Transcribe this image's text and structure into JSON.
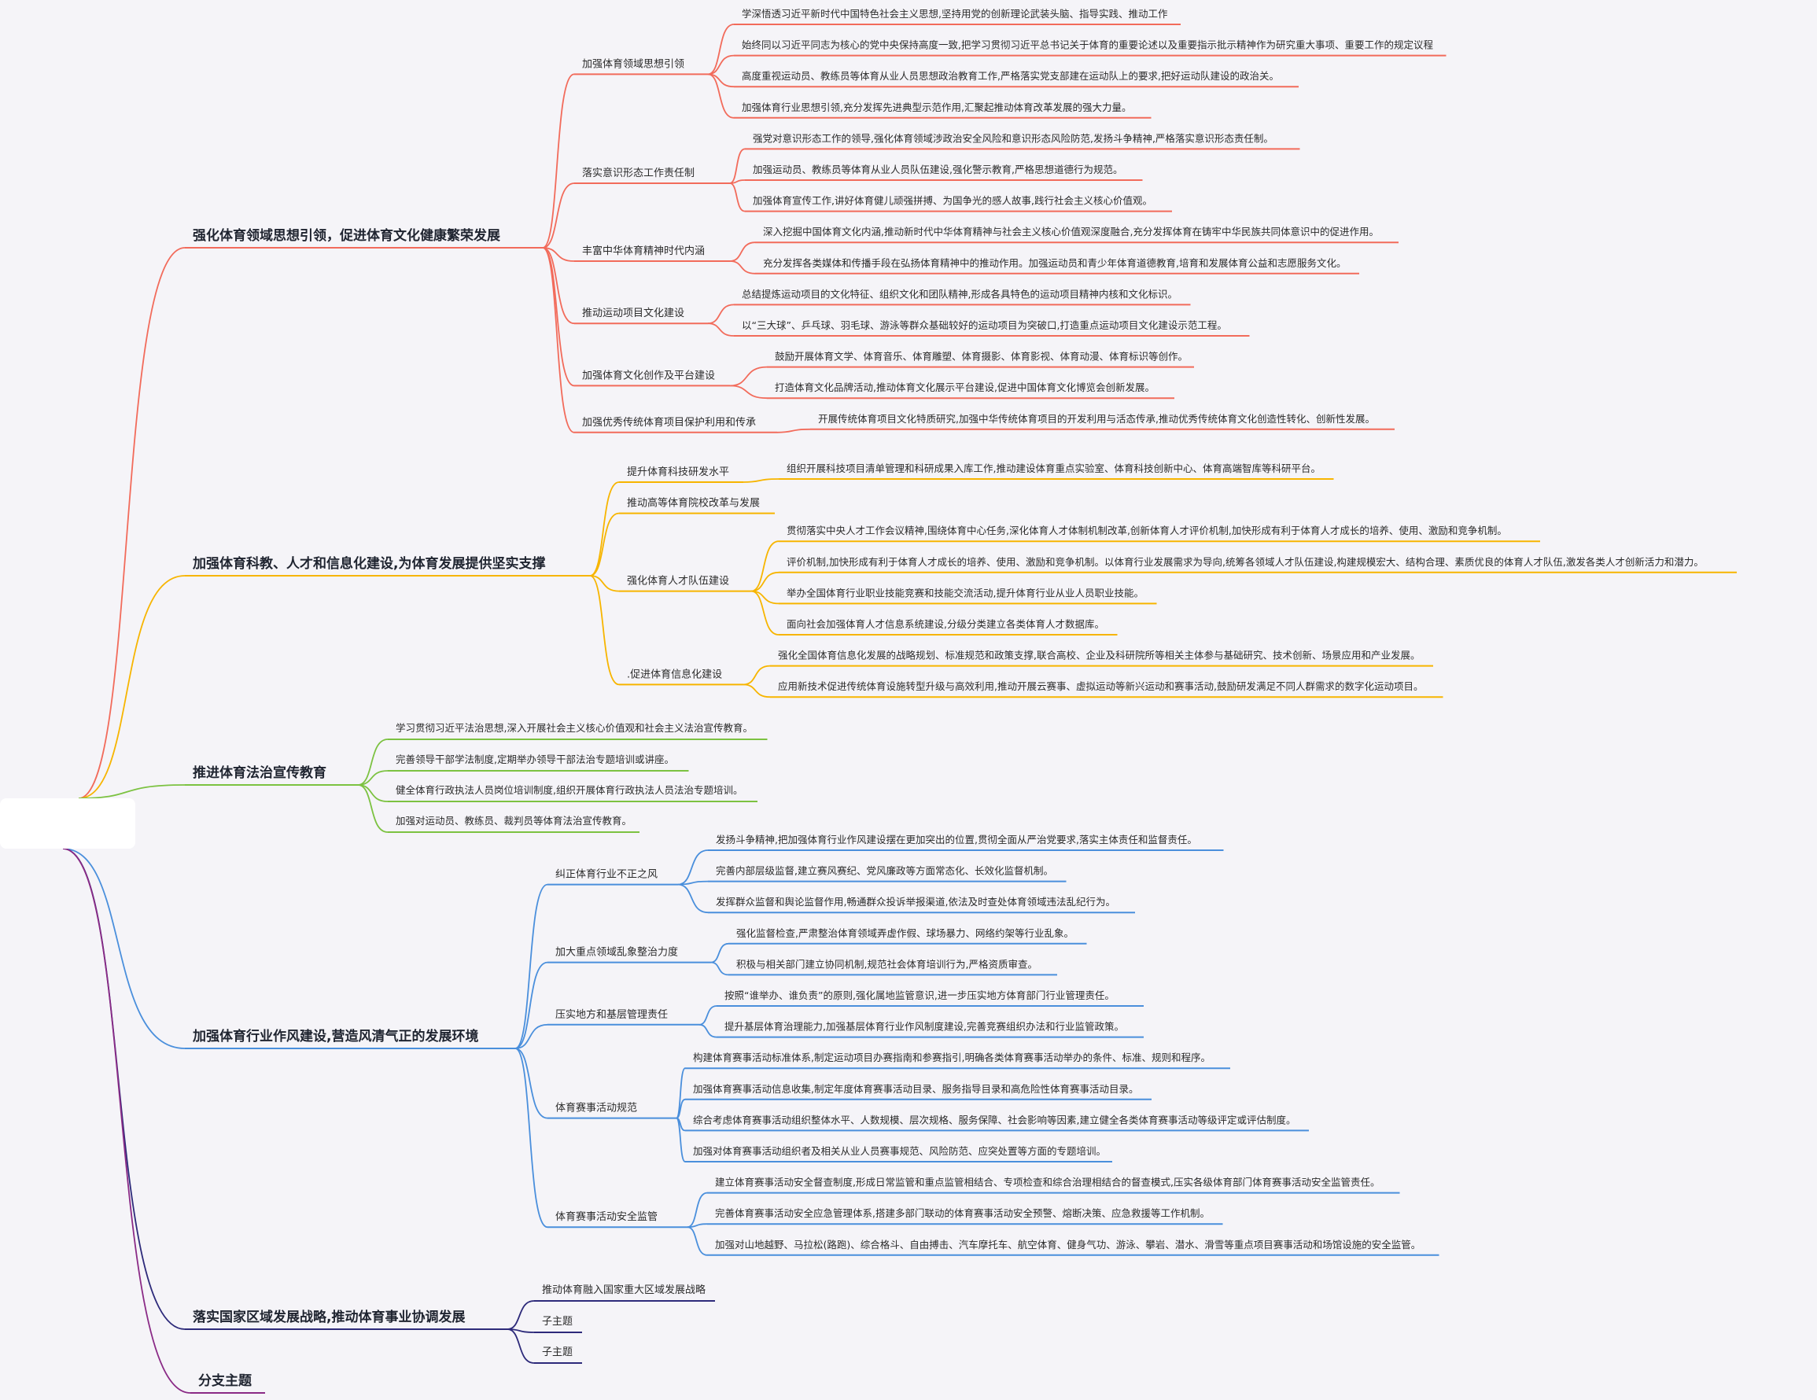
{
  "central_topic": "",
  "branches": [
    {
      "id": "b1",
      "color": "#f26b5b",
      "title": "强化体育领域思想引领，促进体育文化健康繁荣发展",
      "children": [
        {
          "label": "加强体育领域思想引领",
          "leaves": [
            "学深悟透习近平新时代中国特色社会主义思想,坚持用党的创新理论武装头脑、指导实践、推动工作",
            "始终同以习近平同志为核心的党中央保持高度一致,把学习贯彻习近平总书记关于体育的重要论述以及重要指示批示精神作为研究重大事项、重要工作的规定议程",
            "高度重视运动员、教练员等体育从业人员思想政治教育工作,严格落实党支部建在运动队上的要求,把好运动队建设的政治关。",
            "加强体育行业思想引领,充分发挥先进典型示范作用,汇聚起推动体育改革发展的强大力量。"
          ]
        },
        {
          "label": "落实意识形态工作责任制",
          "leaves": [
            "强党对意识形态工作的领导,强化体育领域涉政治安全风险和意识形态风险防范,发扬斗争精神,严格落实意识形态责任制。",
            "加强运动员、教练员等体育从业人员队伍建设,强化警示教育,严格思想道德行为规范。",
            "加强体育宣传工作,讲好体育健儿顽强拼搏、为国争光的感人故事,践行社会主义核心价值观。"
          ]
        },
        {
          "label": "丰富中华体育精神时代内涵",
          "leaves": [
            "深入挖掘中国体育文化内涵,推动新时代中华体育精神与社会主义核心价值观深度融合,充分发挥体育在铸牢中华民族共同体意识中的促进作用。",
            "充分发挥各类媒体和传播手段在弘扬体育精神中的推动作用。加强运动员和青少年体育道德教育,培育和发展体育公益和志愿服务文化。"
          ]
        },
        {
          "label": "推动运动项目文化建设",
          "leaves": [
            "总结提炼运动项目的文化特征、组织文化和团队精神,形成各具特色的运动项目精神内核和文化标识。",
            "以“三大球”、乒乓球、羽毛球、游泳等群众基础较好的运动项目为突破口,打造重点运动项目文化建设示范工程。"
          ]
        },
        {
          "label": "加强体育文化创作及平台建设",
          "leaves": [
            "鼓励开展体育文学、体育音乐、体育雕塑、体育摄影、体育影视、体育动漫、体育标识等创作。",
            "打造体育文化品牌活动,推动体育文化展示平台建设,促进中国体育文化博览会创新发展。"
          ]
        },
        {
          "label": "加强优秀传统体育项目保护利用和传承",
          "leaves": [
            "开展传统体育项目文化特质研究,加强中华传统体育项目的开发利用与活态传承,推动优秀传统体育文化创造性转化、创新性发展。"
          ]
        }
      ]
    },
    {
      "id": "b2",
      "color": "#f7b500",
      "title": "加强体育科教、人才和信息化建设,为体育发展提供坚实支撑",
      "children": [
        {
          "label": "提升体育科技研发水平",
          "leaves": [
            "组织开展科技项目清单管理和科研成果入库工作,推动建设体育重点实验室、体育科技创新中心、体育高端智库等科研平台。"
          ]
        },
        {
          "label": "推动高等体育院校改革与发展",
          "leaves": []
        },
        {
          "label": "强化体育人才队伍建设",
          "leaves": [
            "贯彻落实中央人才工作会议精神,围绕体育中心任务,深化体育人才体制机制改革,创新体育人才评价机制,加快形成有利于体育人才成长的培养、使用、激励和竞争机制。",
            "评价机制,加快形成有利于体育人才成长的培养、使用、激励和竞争机制。以体育行业发展需求为导向,统筹各领域人才队伍建设,构建规模宏大、结构合理、素质优良的体育人才队伍,激发各类人才创新活力和潜力。",
            "举办全国体育行业职业技能竞赛和技能交流活动,提升体育行业从业人员职业技能。",
            "面向社会加强体育人才信息系统建设,分级分类建立各类体育人才数据库。"
          ]
        },
        {
          "label": ".促进体育信息化建设",
          "leaves": [
            "强化全国体育信息化发展的战略规划、标准规范和政策支撑,联合高校、企业及科研院所等相关主体参与基础研究、技术创新、场景应用和产业发展。",
            "应用新技术促进传统体育设施转型升级与高效利用,推动开展云赛事、虚拟运动等新兴运动和赛事活动,鼓励研发满足不同人群需求的数字化运动项目。"
          ]
        }
      ]
    },
    {
      "id": "b3",
      "color": "#7cc241",
      "title": "推进体育法治宣传教育",
      "children": [
        {
          "label": "学习贯彻习近平法治思想,深入开展社会主义核心价值观和社会主义法治宣传教育。",
          "leaves": []
        },
        {
          "label": "完善领导干部学法制度,定期举办领导干部法治专题培训或讲座。",
          "leaves": []
        },
        {
          "label": "健全体育行政执法人员岗位培训制度,组织开展体育行政执法人员法治专题培训。",
          "leaves": []
        },
        {
          "label": "加强对运动员、教练员、裁判员等体育法治宣传教育。",
          "leaves": []
        }
      ]
    },
    {
      "id": "b4",
      "color": "#4a8fdc",
      "title": "加强体育行业作风建设,营造风清气正的发展环境",
      "children": [
        {
          "label": "纠正体育行业不正之风",
          "leaves": [
            "发扬斗争精神,把加强体育行业作风建设摆在更加突出的位置,贯彻全面从严治党要求,落实主体责任和监督责任。",
            "完善内部层级监督,建立赛风赛纪、党风廉政等方面常态化、长效化监督机制。",
            "发挥群众监督和舆论监督作用,畅通群众投诉举报渠道,依法及时查处体育领域违法乱纪行为。"
          ]
        },
        {
          "label": "加大重点领域乱象整治力度",
          "leaves": [
            "强化监督检查,严肃整治体育领域弄虚作假、球场暴力、网络约架等行业乱象。",
            "积极与相关部门建立协同机制,规范社会体育培训行为,严格资质审查。"
          ]
        },
        {
          "label": "压实地方和基层管理责任",
          "leaves": [
            "按照“谁举办、谁负责”的原则,强化属地监管意识,进一步压实地方体育部门行业管理责任。",
            "提升基层体育治理能力,加强基层体育行业作风制度建设,完善竞赛组织办法和行业监管政策。"
          ]
        },
        {
          "label": "体育赛事活动规范",
          "leaves": [
            "构建体育赛事活动标准体系,制定运动项目办赛指南和参赛指引,明确各类体育赛事活动举办的条件、标准、规则和程序。",
            "加强体育赛事活动信息收集,制定年度体育赛事活动目录、服务指导目录和高危险性体育赛事活动目录。",
            "综合考虑体育赛事活动组织整体水平、人数规模、层次规格、服务保障、社会影响等因素,建立健全各类体育赛事活动等级评定或评估制度。",
            "加强对体育赛事活动组织者及相关从业人员赛事规范、风险防范、应突处置等方面的专题培训。"
          ]
        },
        {
          "label": "体育赛事活动安全监管",
          "leaves": [
            "建立体育赛事活动安全督查制度,形成日常监管和重点监管相结合、专项检查和综合治理相结合的督查模式,压实各级体育部门体育赛事活动安全监管责任。",
            "完善体育赛事活动安全应急管理体系,搭建多部门联动的体育赛事活动安全预警、熔断决策、应急救援等工作机制。",
            "加强对山地越野、马拉松(路跑)、综合格斗、自由搏击、汽车摩托车、航空体育、健身气功、游泳、攀岩、潜水、滑雪等重点项目赛事活动和场馆设施的安全监管。"
          ]
        }
      ]
    },
    {
      "id": "b5",
      "color": "#2d2a7a",
      "title": "落实国家区域发展战略,推动体育事业协调发展",
      "children": [
        {
          "label": "推动体育融入国家重大区域发展战略",
          "leaves": []
        },
        {
          "label": "子主题",
          "leaves": []
        },
        {
          "label": "子主题",
          "leaves": []
        }
      ]
    },
    {
      "id": "b6",
      "color": "#8a2a86",
      "title": "分支主题",
      "children": []
    }
  ]
}
